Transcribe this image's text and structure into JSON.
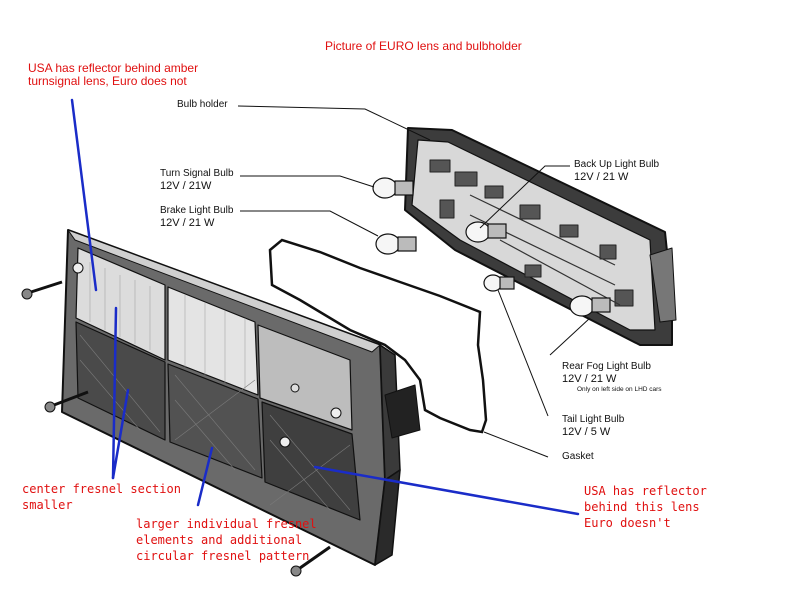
{
  "title": "Picture of EURO lens and bulbholder",
  "labels": {
    "bulb_holder": "Bulb holder",
    "turn_signal": {
      "name": "Turn Signal Bulb",
      "spec": "12V / 21W"
    },
    "brake_light": {
      "name": "Brake Light Bulb",
      "spec": "12V / 21 W"
    },
    "back_up": {
      "name": "Back Up Light Bulb",
      "spec": "12V / 21 W"
    },
    "rear_fog": {
      "name": "Rear Fog Light Bulb",
      "spec": "12V / 21 W",
      "note": "Only on left side on LHD cars"
    },
    "tail_light": {
      "name": "Tail Light Bulb",
      "spec": "12V / 5 W"
    },
    "gasket": "Gasket"
  },
  "annotations": {
    "usa_amber": [
      "USA has reflector behind amber",
      "turnsignal lens, Euro does not"
    ],
    "center_fresnel": [
      "center fresnel section",
      "smaller"
    ],
    "larger_fresnel": [
      "larger individual fresnel",
      "elements  and additional",
      "circular fresnel pattern"
    ],
    "usa_lens": [
      "USA has reflector",
      "behind this lens",
      "Euro doesn't"
    ]
  },
  "colors": {
    "annotation": "#e01010",
    "pointer": "#1a2cc8",
    "drawing": "#111111"
  }
}
